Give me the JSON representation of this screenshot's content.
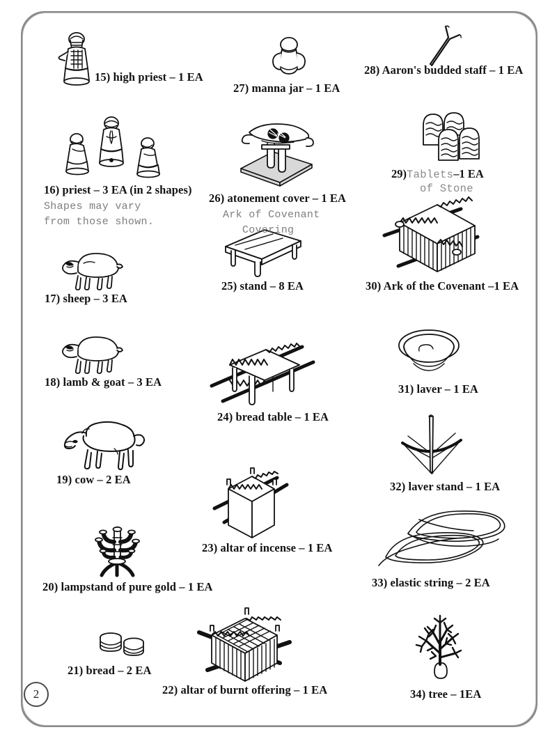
{
  "page": {
    "number": "2",
    "border_color": "#5d5d5d",
    "ink_color": "#111111",
    "note_color": "#7e7e7e"
  },
  "notes": {
    "shapes_vary": "Shapes may vary\nfrom those shown.",
    "ark_covering": "Ark of Covenant\n   Covering"
  },
  "items": [
    {
      "id": "15",
      "number": "15)",
      "name": "high priest",
      "dash": "–",
      "qty": "1 EA",
      "caption": "15) high priest – 1 EA",
      "icon": "high-priest-figure"
    },
    {
      "id": "16",
      "number": "16)",
      "name": "priest",
      "dash": "–",
      "qty": "3 EA (in 2 shapes)",
      "caption": "16) priest – 3 EA (in 2 shapes)",
      "icon": "priest-figures"
    },
    {
      "id": "17",
      "number": "17)",
      "name": "sheep",
      "dash": "–",
      "qty": "3 EA",
      "caption": "17) sheep – 3 EA",
      "icon": "sheep-figure"
    },
    {
      "id": "18",
      "number": "18)",
      "name": "lamb & goat",
      "dash": "–",
      "qty": "3 EA",
      "caption": "18) lamb & goat – 3 EA",
      "icon": "lamb-goat-figure"
    },
    {
      "id": "19",
      "number": "19)",
      "name": "cow",
      "dash": "–",
      "qty": "2 EA",
      "caption": "19) cow – 2 EA",
      "icon": "cow-figure"
    },
    {
      "id": "20",
      "number": "20)",
      "name": "lampstand of pure gold",
      "dash": "–",
      "qty": "1 EA",
      "caption": "20) lampstand of pure gold – 1 EA",
      "icon": "lampstand-menorah"
    },
    {
      "id": "21",
      "number": "21)",
      "name": "bread",
      "dash": "–",
      "qty": "2 EA",
      "caption": "21) bread – 2 EA",
      "icon": "bread-stacks"
    },
    {
      "id": "22",
      "number": "22)",
      "name": "altar of burnt offering",
      "dash": "–",
      "qty": "1 EA",
      "caption": "22) altar of burnt offering – 1 EA",
      "icon": "altar-of-burnt-offering"
    },
    {
      "id": "23",
      "number": "23)",
      "name": "altar of incense",
      "dash": "–",
      "qty": "1 EA",
      "caption": "23) altar of incense – 1 EA",
      "icon": "altar-of-incense"
    },
    {
      "id": "24",
      "number": "24)",
      "name": "bread table",
      "dash": "–",
      "qty": "1 EA",
      "caption": "24) bread table – 1 EA",
      "icon": "bread-table"
    },
    {
      "id": "25",
      "number": "25)",
      "name": "stand",
      "dash": "–",
      "qty": "8 EA",
      "caption": "25) stand – 8 EA",
      "icon": "stand-bench"
    },
    {
      "id": "26",
      "number": "26)",
      "name": "atonement cover",
      "dash": "–",
      "qty": "1 EA",
      "caption": "26) atonement cover – 1 EA",
      "icon": "atonement-cover"
    },
    {
      "id": "27",
      "number": "27)",
      "name": "manna jar",
      "dash": "–",
      "qty": "1 EA",
      "caption": "27) manna jar – 1 EA",
      "icon": "manna-jar"
    },
    {
      "id": "28",
      "number": "28)",
      "name": "Aaron's budded staff",
      "dash": "–",
      "qty": "1 EA",
      "caption": "28) Aaron's budded staff – 1 EA",
      "icon": "budded-staff"
    },
    {
      "id": "29",
      "number": "29)",
      "name": "Tablets\nof Stone",
      "dash": "–",
      "qty": "1 EA",
      "caption_num": "29)",
      "caption_name": "Tablets",
      "caption_name2": "of Stone",
      "caption_qty": "–1 EA",
      "icon": "tablets-of-stone"
    },
    {
      "id": "30",
      "number": "30)",
      "name": "Ark of the Covenant",
      "dash": "–",
      "qty": "1 EA",
      "caption": "30) Ark of the Covenant –1 EA",
      "icon": "ark-of-the-covenant"
    },
    {
      "id": "31",
      "number": "31)",
      "name": "laver",
      "dash": "–",
      "qty": "1 EA",
      "caption": "31) laver – 1 EA",
      "icon": "laver-basin"
    },
    {
      "id": "32",
      "number": "32)",
      "name": "laver stand",
      "dash": "–",
      "qty": "1 EA",
      "caption": "32) laver stand – 1 EA",
      "icon": "laver-stand"
    },
    {
      "id": "33",
      "number": "33)",
      "name": "elastic string",
      "dash": "–",
      "qty": "2 EA",
      "caption": "33) elastic string – 2 EA",
      "icon": "elastic-string-coil"
    },
    {
      "id": "34",
      "number": "34)",
      "name": "tree",
      "dash": "–",
      "qty": "1EA",
      "caption": "34) tree – 1EA",
      "icon": "tree-figure"
    }
  ]
}
